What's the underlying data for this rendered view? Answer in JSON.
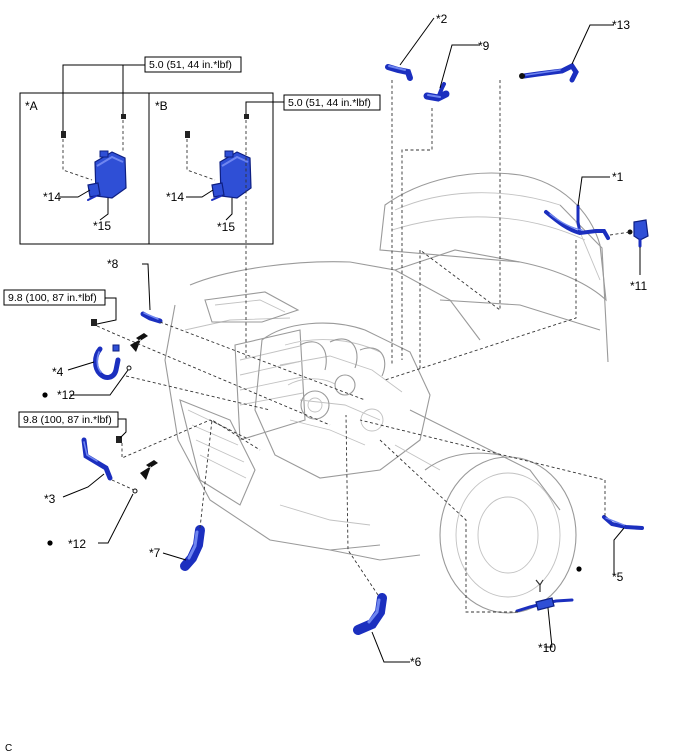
{
  "parts": [
    {
      "id": "p1",
      "label": "*1"
    },
    {
      "id": "p2",
      "label": "*2"
    },
    {
      "id": "p3",
      "label": "*3"
    },
    {
      "id": "p4",
      "label": "*4"
    },
    {
      "id": "p5",
      "label": "*5"
    },
    {
      "id": "p6",
      "label": "*6"
    },
    {
      "id": "p7",
      "label": "*7"
    },
    {
      "id": "p8",
      "label": "*8"
    },
    {
      "id": "p9",
      "label": "*9"
    },
    {
      "id": "p10",
      "label": "*10"
    },
    {
      "id": "p11",
      "label": "*11"
    },
    {
      "id": "p12a",
      "label": "*12"
    },
    {
      "id": "p12b",
      "label": "*12"
    },
    {
      "id": "p13",
      "label": "*13"
    },
    {
      "id": "p14a",
      "label": "*14"
    },
    {
      "id": "p14b",
      "label": "*14"
    },
    {
      "id": "p15a",
      "label": "*15"
    },
    {
      "id": "p15b",
      "label": "*15"
    }
  ],
  "insets": {
    "a": {
      "label": "*A"
    },
    "b": {
      "label": "*B"
    }
  },
  "torques": {
    "t1": "5.0 (51, 44 in.*lbf)",
    "t2": "5.0 (51, 44 in.*lbf)",
    "t3": "9.8 (100, 87 in.*lbf)",
    "t4": "9.8 (100, 87 in.*lbf)"
  },
  "corner_mark": "C"
}
